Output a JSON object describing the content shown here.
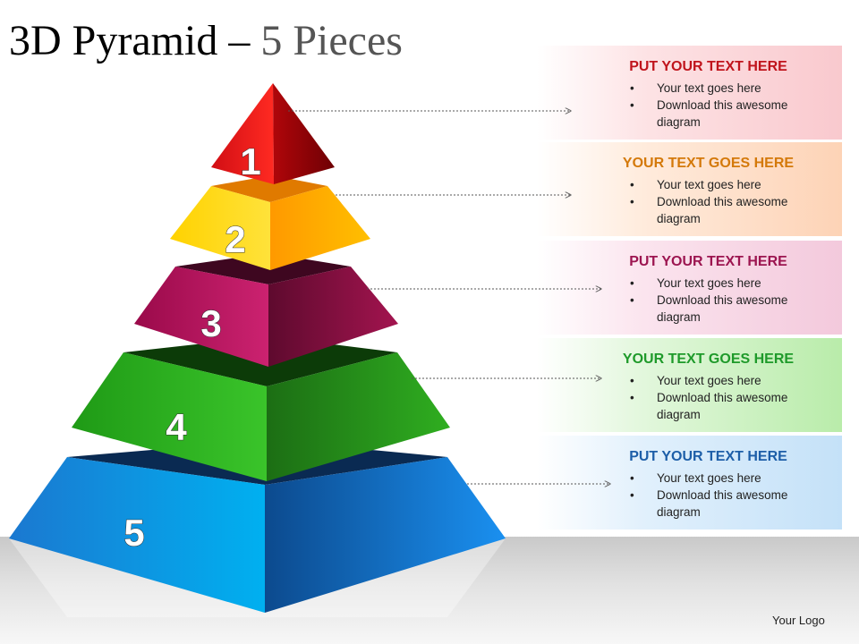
{
  "title": {
    "main": "3D Pyramid",
    "dash": " – ",
    "sub": "5 Pieces"
  },
  "pyramid": {
    "levels": [
      {
        "number": "1",
        "color": "#e0161c"
      },
      {
        "number": "2",
        "color": "#ffd100"
      },
      {
        "number": "3",
        "color": "#b0185e"
      },
      {
        "number": "4",
        "color": "#2aa81e"
      },
      {
        "number": "5",
        "color": "#1a8fe0"
      }
    ]
  },
  "cards": [
    {
      "heading": "PUT YOUR TEXT HERE",
      "color": "#c0141c",
      "bullets": [
        "Your text goes here",
        "Download this awesome diagram"
      ]
    },
    {
      "heading": "YOUR TEXT GOES HERE",
      "color": "#d4790a",
      "bullets": [
        "Your text goes here",
        "Download this awesome diagram"
      ]
    },
    {
      "heading": "PUT YOUR TEXT HERE",
      "color": "#9c1550",
      "bullets": [
        "Your text goes here",
        "Download this awesome diagram"
      ]
    },
    {
      "heading": "YOUR TEXT GOES HERE",
      "color": "#1e9a2a",
      "bullets": [
        "Your text goes here",
        "Download this awesome diagram"
      ]
    },
    {
      "heading": "PUT YOUR TEXT HERE",
      "color": "#1d5ea8",
      "bullets": [
        "Your text goes here",
        "Download this awesome diagram"
      ]
    }
  ],
  "logo": "Your Logo"
}
